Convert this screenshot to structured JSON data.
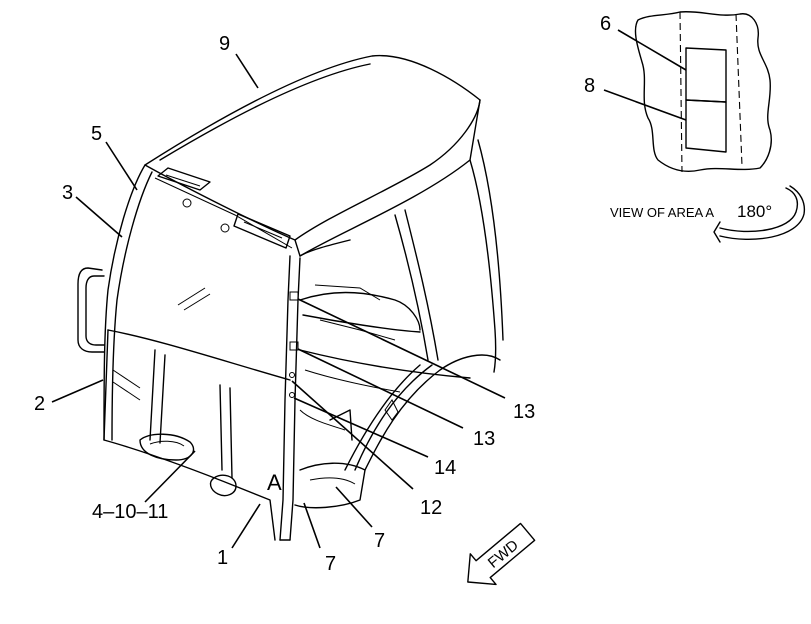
{
  "callouts": {
    "c9": "9",
    "c5": "5",
    "c3": "3",
    "c2": "2",
    "c4_10_11": "4–10–11",
    "c1": "1",
    "c7a": "7",
    "c7b": "7",
    "c12": "12",
    "c14": "14",
    "c13a": "13",
    "c13b": "13",
    "c6": "6",
    "c8": "8",
    "areaA": "A"
  },
  "detail": {
    "view_label": "VIEW OF AREA A",
    "rotation": "180°"
  },
  "fwd_label": "FWD"
}
